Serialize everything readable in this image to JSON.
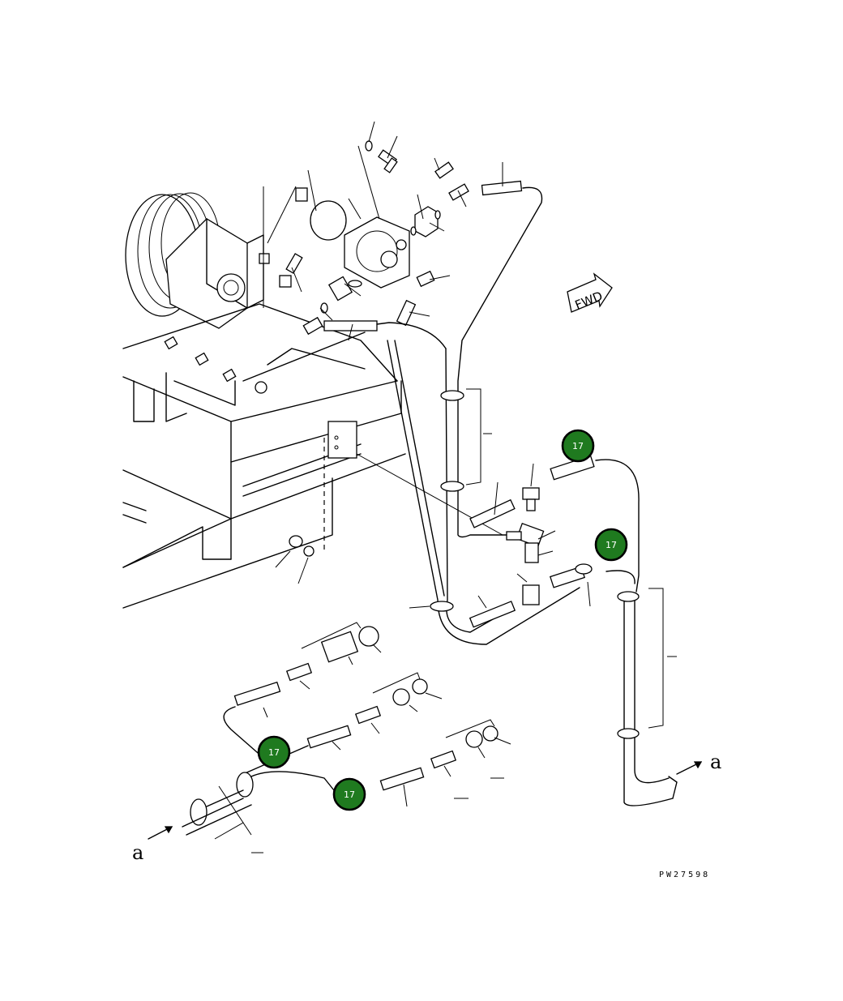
{
  "drawing_code": "PW27598",
  "direction_label": "FWD",
  "section_marker": "a",
  "callouts": [
    {
      "id": "callout-1",
      "label": "17"
    },
    {
      "id": "callout-2",
      "label": "17"
    },
    {
      "id": "callout-3",
      "label": "17"
    },
    {
      "id": "callout-4",
      "label": "17"
    }
  ]
}
